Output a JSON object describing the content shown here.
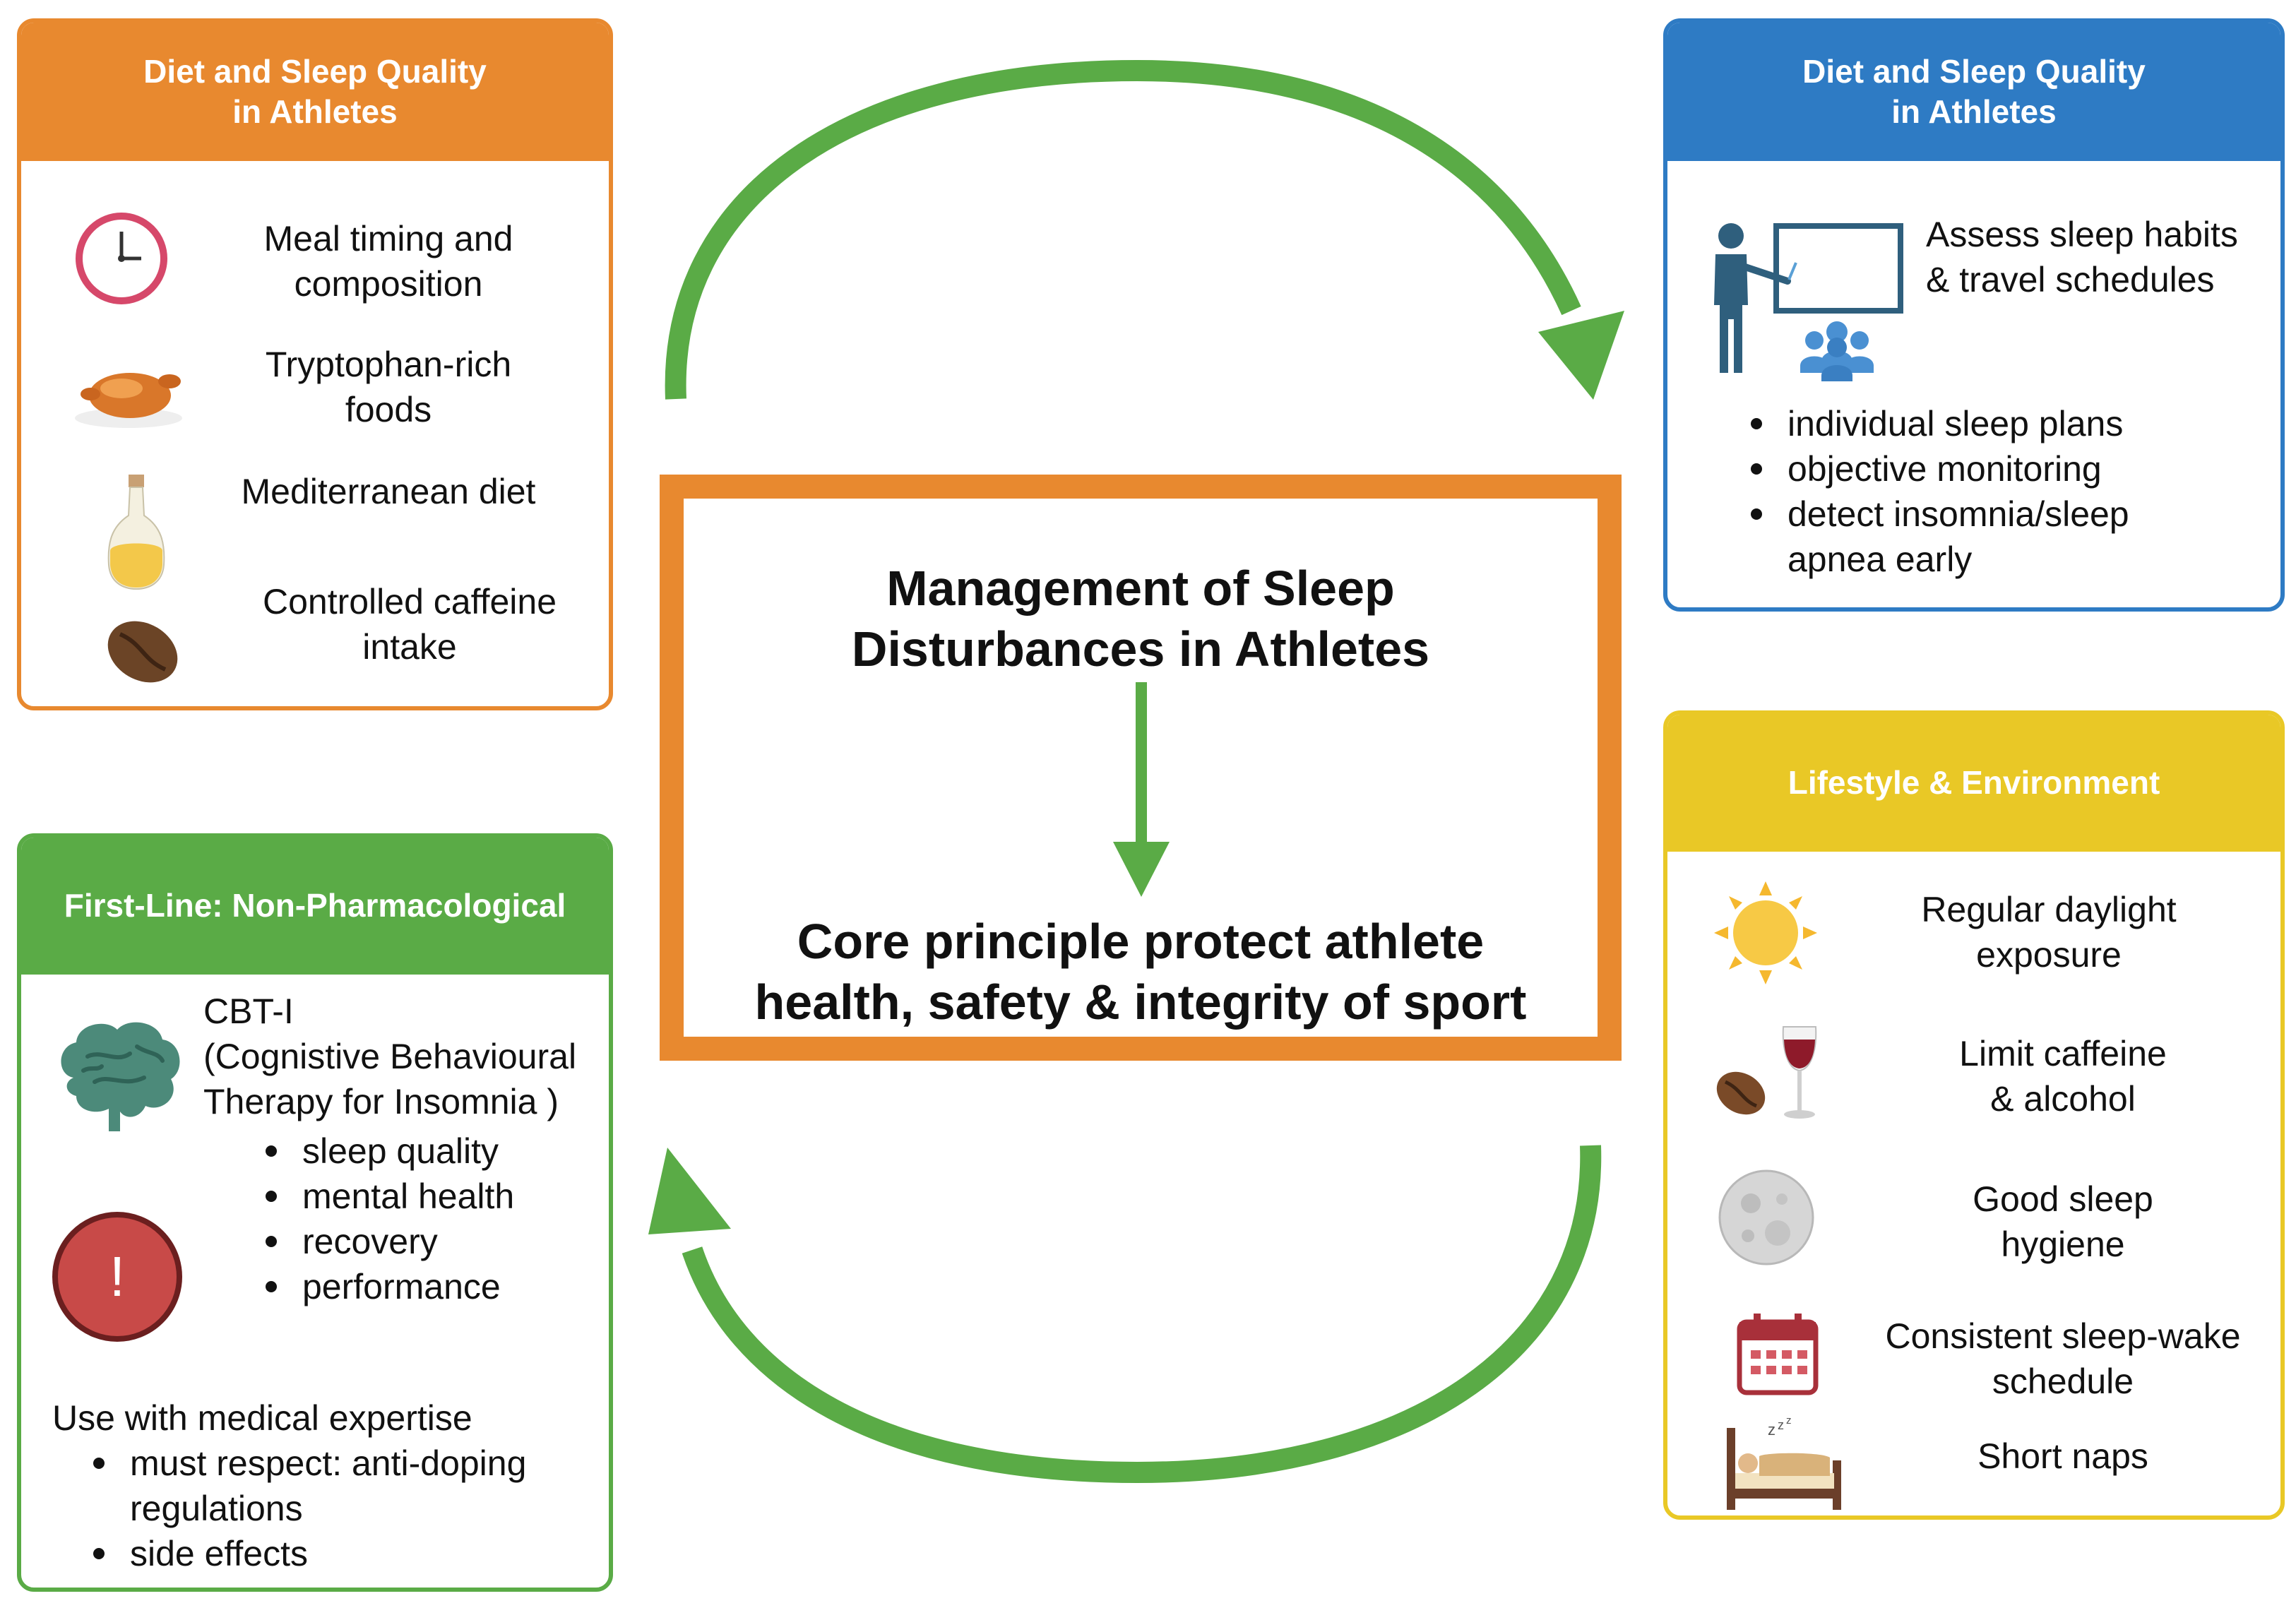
{
  "colors": {
    "orange": "#e8892f",
    "blue": "#2e7bc4",
    "green": "#5aab46",
    "yellow": "#e9c826",
    "arrow_green": "#5aab46"
  },
  "diet_panel": {
    "title": "Diet and Sleep Quality\nin Athletes",
    "items": [
      {
        "icon": "clock-icon",
        "label": "Meal timing and\ncomposition"
      },
      {
        "icon": "roast-chicken-icon",
        "label": "Tryptophan-rich\nfoods"
      },
      {
        "icon": "olive-oil-bottle-icon",
        "label": "Mediterranean diet"
      },
      {
        "icon": "coffee-bean-icon",
        "label": "Controlled caffeine\nintake"
      }
    ]
  },
  "assess_panel": {
    "title": "Diet and Sleep Quality\nin Athletes",
    "icon": "presenter-audience-icon",
    "heading": "Assess sleep habits\n& travel schedules",
    "bullets": [
      "individual sleep plans",
      "objective monitoring",
      "detect insomnia/sleep\napnea early"
    ]
  },
  "first_line_panel": {
    "title": "First-Line: Non-Pharmacological",
    "brain_icon": "brain-icon",
    "cbt_text": "CBT-I\n(Cognistive Behavioural\nTherapy for Insomnia )",
    "bullets": [
      "sleep quality",
      "mental health",
      "recovery",
      "performance"
    ],
    "warning_icon": "warning-icon",
    "warning_glyph": "!",
    "medical_text": "Use with medical expertise",
    "medical_bullets": [
      "must respect: anti-doping\nregulations",
      "side effects"
    ]
  },
  "lifestyle_panel": {
    "title": "Lifestyle & Environment",
    "items": [
      {
        "icon": "sun-icon",
        "label": "Regular daylight\nexposure"
      },
      {
        "icon": "coffee-wine-icon",
        "label": "Limit caffeine\n& alcohol"
      },
      {
        "icon": "moon-icon",
        "label": "Good sleep\nhygiene"
      },
      {
        "icon": "calendar-icon",
        "label": "Consistent sleep-wake\nschedule"
      },
      {
        "icon": "bed-icon",
        "label": "Short naps"
      }
    ]
  },
  "center": {
    "title": "Management of Sleep\nDisturbances in Athletes",
    "principle": "Core principle protect athlete\nhealth, safety & integrity of sport"
  }
}
